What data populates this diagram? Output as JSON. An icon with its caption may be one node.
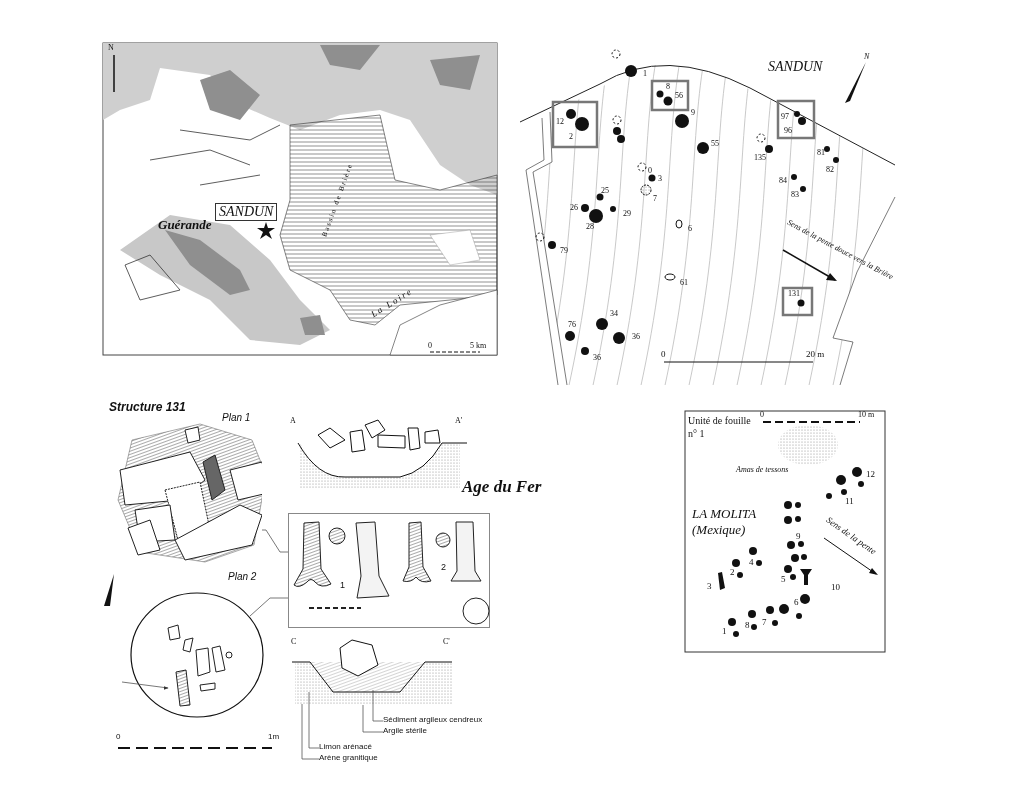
{
  "diagram": {
    "nodes": [
      {
        "text": [
          "Plan 1"
        ]
      },
      {
        "text": [
          "Plan 2"
        ]
      },
      {
        "text": [
          "1",
          "2"
        ]
      },
      {
        "text": [
          "Sédiment argileux cendreux"
        ]
      },
      {
        "text": [
          "Argile stérile"
        ]
      },
      {
        "text": [
          "Limon arénacé"
        ]
      },
      {
        "text": [
          "Arène granitique"
        ]
      },
      {
        "text": [
          "SANDUN"
        ]
      },
      {
        "text": [],
        "shape": "picture"
      }
    ],
    "edges": [
      {
        "from": 0,
        "to": 2,
        "arrow": "none"
      },
      {
        "from": 1,
        "to": 2,
        "arrow": "none"
      },
      {
        "from": null,
        "to": 1,
        "arrow": "to"
      },
      {
        "from": 3,
        "to": 8,
        "arrow": "none"
      },
      {
        "from": 4,
        "to": 8,
        "arrow": "none"
      },
      {
        "from": 5,
        "to": 8,
        "arrow": "none"
      },
      {
        "from": 6,
        "to": 8,
        "arrow": "none"
      }
    ],
    "labels": [
      "N",
      "Guérande",
      "Bassin de Brière",
      "La Loire",
      "0",
      "5 km",
      "SANDUN",
      "N",
      "1",
      "8",
      "56",
      "12",
      "2",
      "9",
      "97",
      "96",
      "55",
      "135",
      "81",
      "0",
      "3",
      "82",
      "84",
      "25",
      "7",
      "83",
      "26",
      "29",
      "28",
      "6",
      "79",
      "61",
      "131",
      "34",
      "76",
      "36",
      "36",
      "Sens de la pente douce vers la Brière",
      "0",
      "20 m",
      "Structure 131",
      "A",
      "A'",
      "Age du Fer",
      "C",
      "C'",
      "0",
      "1m",
      "Unité de fouille n° 1",
      "0",
      "10 m",
      "Amas de tessons",
      "LA MOLITA (Mexique)",
      "Sens de la pente",
      "12",
      "11",
      "9",
      "4",
      "2",
      "5",
      "3",
      "10",
      "6",
      "7",
      "8",
      "1"
    ]
  }
}
